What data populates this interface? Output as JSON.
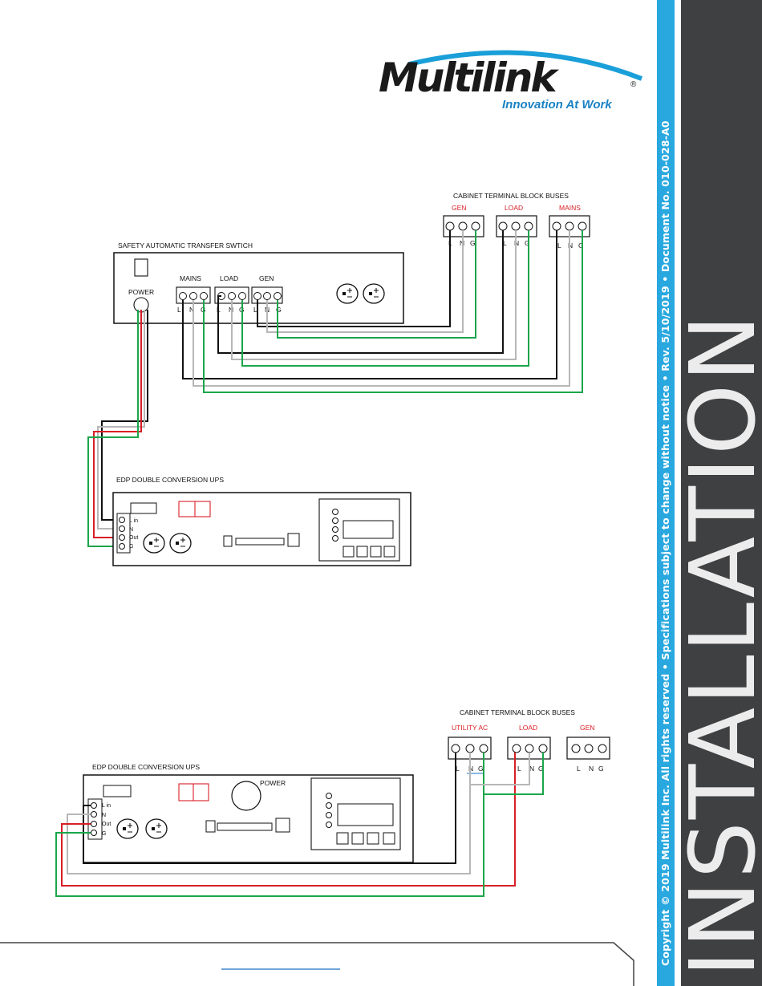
{
  "logo": {
    "brand": "Multilink",
    "registered": "®",
    "tagline": "Innovation At Work"
  },
  "sidebar": {
    "footer_line": "Copyright © 2019 Multilink Inc. All rights reserved  •  Specifications subject to change without notice  •  Rev. 5/10/2019  •  Document No. 010-028-A0",
    "section": "INSTALLATION"
  },
  "diagram1": {
    "buses_title": "CABINET TERMINAL BLOCK BUSES",
    "bus_gen": "GEN",
    "bus_load": "LOAD",
    "bus_mains": "MAINS",
    "l": "L",
    "n": "N",
    "g": "G",
    "ats_title": "SAFETY AUTOMATIC TRANSFER SWTICH",
    "ats_power": "POWER",
    "ats_mains": "MAINS",
    "ats_load": "LOAD",
    "ats_gen": "GEN",
    "ups_title": "EDP DOUBLE CONVERSION UPS",
    "lin": "L in",
    "nn": "N",
    "out": "Out",
    "gg": "G"
  },
  "diagram2": {
    "buses_title": "CABINET TERMINAL BLOCK BUSES",
    "bus_utility": "UTILITY AC",
    "bus_load": "LOAD",
    "bus_gen": "GEN",
    "ups_title": "EDP DOUBLE CONVERSION UPS",
    "power": "POWER"
  },
  "colors": {
    "black": "#111111",
    "gray": "#b7b7b7",
    "green": "#1aa64a",
    "red": "#d81f26",
    "sidebar_blue": "#29a8e0",
    "sidebar_dark": "#3f4042"
  }
}
